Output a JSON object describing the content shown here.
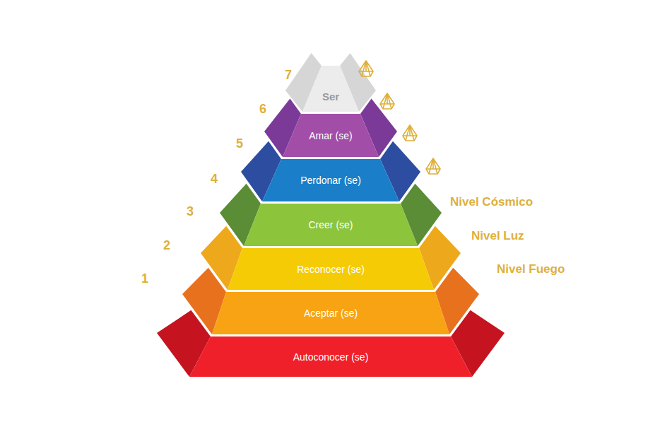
{
  "diagram": {
    "nodes": [
      {
        "text": [
          "Ser"
        ]
      },
      {
        "text": [
          "Amar (se)"
        ]
      },
      {
        "text": [
          "Perdonar (se)"
        ]
      },
      {
        "text": [
          "Creer (se)"
        ]
      },
      {
        "text": [
          "Reconocer (se)"
        ]
      },
      {
        "text": [
          "Aceptar (se)"
        ]
      },
      {
        "text": [
          "Autoconocer (se)"
        ]
      }
    ],
    "labels": [
      "7",
      "6",
      "5",
      "4",
      "3",
      "2",
      "1",
      "Nivel Cósmico",
      "Nivel Luz",
      "Nivel Fuego"
    ]
  }
}
